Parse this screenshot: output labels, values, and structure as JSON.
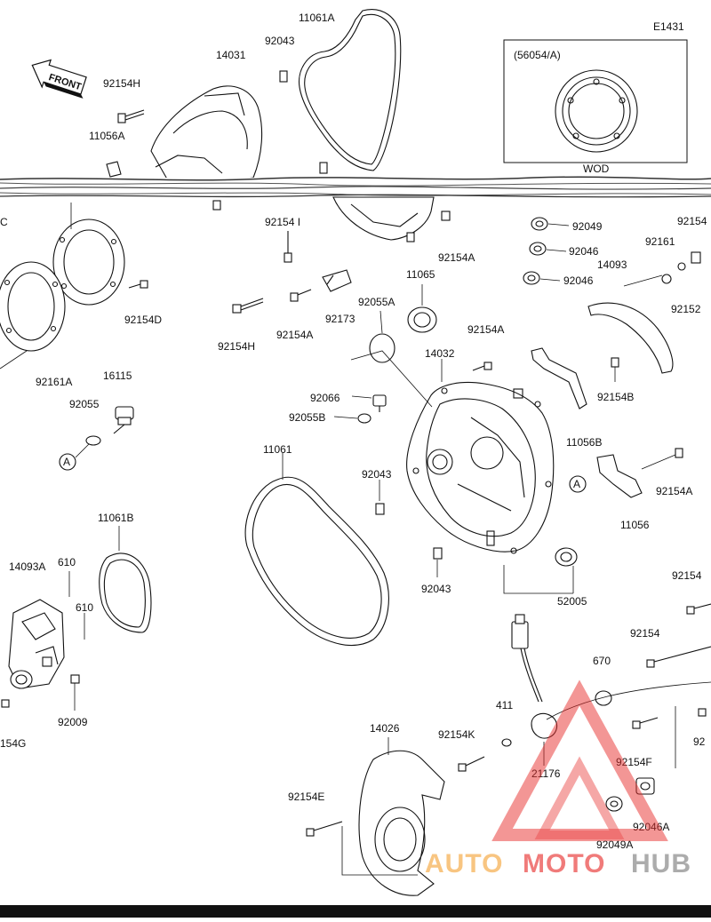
{
  "diagram": {
    "code": "E1431",
    "inset_label": "(56054/A)",
    "inset_note": "WOD",
    "front_label": "FRONT",
    "callout": "A",
    "labels": {
      "l_11061A": "11061A",
      "l_92043_top": "92043",
      "l_14031": "14031",
      "l_92154H_top": "92154H",
      "l_11056A": "11056A",
      "l_c_left": "C",
      "l_92154I": "92154 I",
      "l_92154A_1": "92154A",
      "l_92049_top": "92049",
      "l_92046_1": "92046",
      "l_92046_2": "92046",
      "l_9215_right": "92154",
      "l_92161": "92161",
      "l_14093": "14093",
      "l_92152": "92152",
      "l_92154D": "92154D",
      "l_11065": "11065",
      "l_92055A": "92055A",
      "l_92173": "92173",
      "l_92154H_mid": "92154H",
      "l_92154A_2": "92154A",
      "l_92161A": "92161A",
      "l_16115": "16115",
      "l_92055": "92055",
      "l_92154A_3": "92154A",
      "l_14032": "14032",
      "l_92154B": "92154B",
      "l_92066": "92066",
      "l_92055B": "92055B",
      "l_11056B": "11056B",
      "l_11061": "11061",
      "l_92043_mid": "92043",
      "l_92154A_4": "92154A",
      "l_11056": "11056",
      "l_11061B": "11061B",
      "l_14093A": "14093A",
      "l_610_1": "610",
      "l_610_2": "610",
      "l_92043_low": "92043",
      "l_52005": "52005",
      "l_92154_r2": "92154",
      "l_92154_r3": "92154",
      "l_670": "670",
      "l_92009": "92009",
      "l_154G": "154G",
      "l_411": "411",
      "l_14026": "14026",
      "l_92154K": "92154K",
      "l_21176": "21176",
      "l_92154F": "92154F",
      "l_92_right": "92",
      "l_92154E": "92154E",
      "l_92046A": "92046A",
      "l_92049A": "92049A"
    },
    "watermark": {
      "part1": "AUTO",
      "part2": "MOTO",
      "part3": "HUB",
      "color_red": "#e8312f",
      "color_orange": "#f4a53a",
      "color_gray": "#8c8c8c"
    }
  }
}
